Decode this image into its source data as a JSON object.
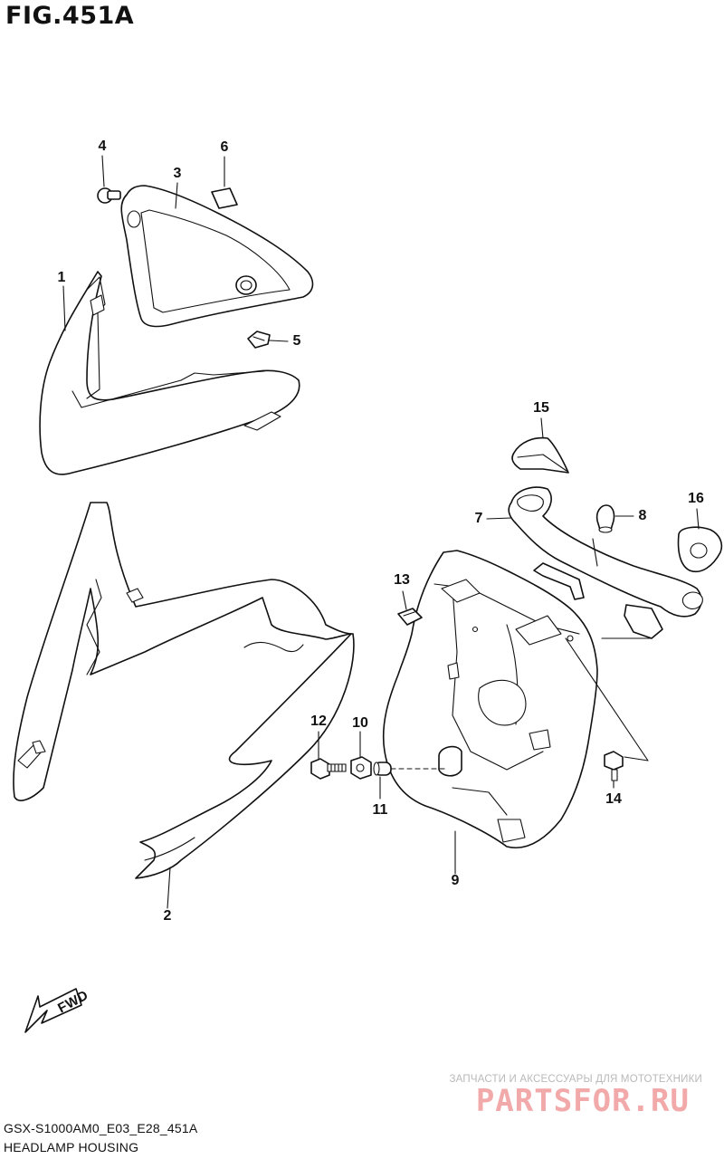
{
  "figure": {
    "title": "FIG.451A"
  },
  "callouts": [
    {
      "id": "1",
      "label": "1"
    },
    {
      "id": "2",
      "label": "2"
    },
    {
      "id": "3",
      "label": "3"
    },
    {
      "id": "4",
      "label": "4"
    },
    {
      "id": "5",
      "label": "5"
    },
    {
      "id": "6",
      "label": "6"
    },
    {
      "id": "7",
      "label": "7"
    },
    {
      "id": "8",
      "label": "8"
    },
    {
      "id": "9",
      "label": "9"
    },
    {
      "id": "10",
      "label": "10"
    },
    {
      "id": "11",
      "label": "11"
    },
    {
      "id": "12",
      "label": "12"
    },
    {
      "id": "13",
      "label": "13"
    },
    {
      "id": "14",
      "label": "14"
    },
    {
      "id": "15",
      "label": "15"
    },
    {
      "id": "16",
      "label": "16"
    }
  ],
  "direction_marker": {
    "label": "FWD",
    "icon": "arrow-fwd-icon"
  },
  "watermark": {
    "tagline": "ЗАПЧАСТИ И АКСЕССУАРЫ ДЛЯ МОТОТЕХНИКИ",
    "logo": "PARTSFOR.RU",
    "color": "#f2a9a9"
  },
  "footer": {
    "model_code": "GSX-S1000AM0_E03_E28_451A",
    "caption": "HEADLAMP HOUSING"
  }
}
